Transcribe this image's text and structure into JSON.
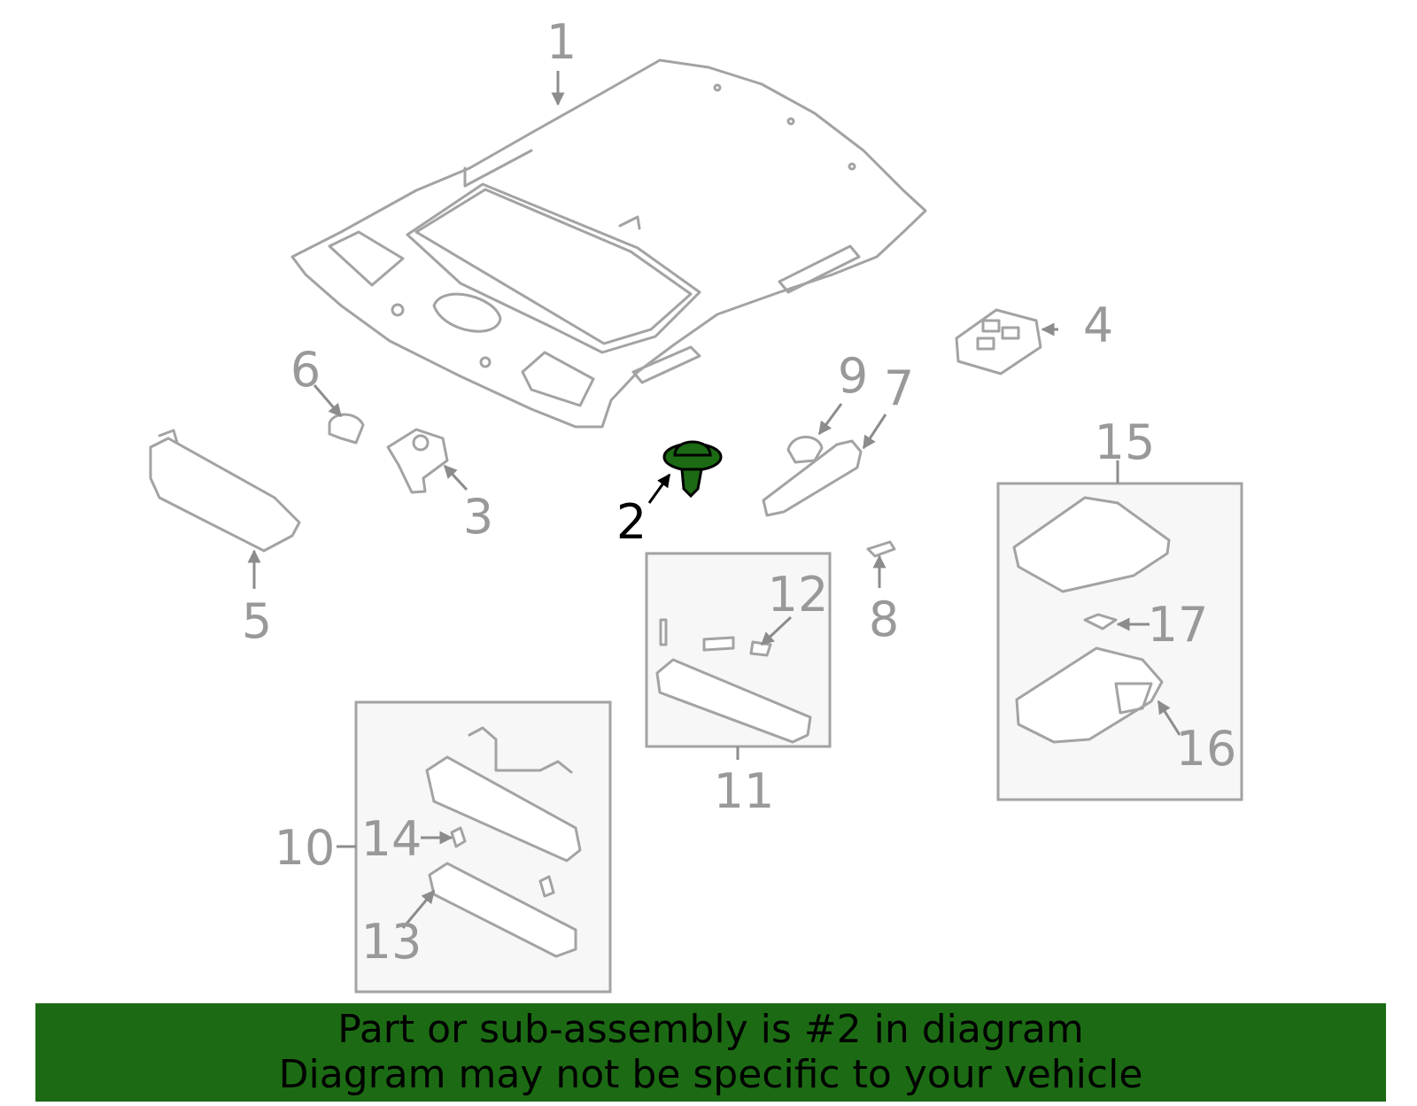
{
  "callouts": [
    "1",
    "2",
    "3",
    "4",
    "5",
    "6",
    "7",
    "8",
    "9",
    "10",
    "11",
    "12",
    "13",
    "14",
    "15",
    "16",
    "17"
  ],
  "highlight": {
    "part_number": "2",
    "color": "#1c6b14"
  },
  "banner": {
    "line1": "Part or sub-assembly is #2 in diagram",
    "line2": "Diagram may not be specific to your vehicle",
    "background": "#1c6b14"
  }
}
